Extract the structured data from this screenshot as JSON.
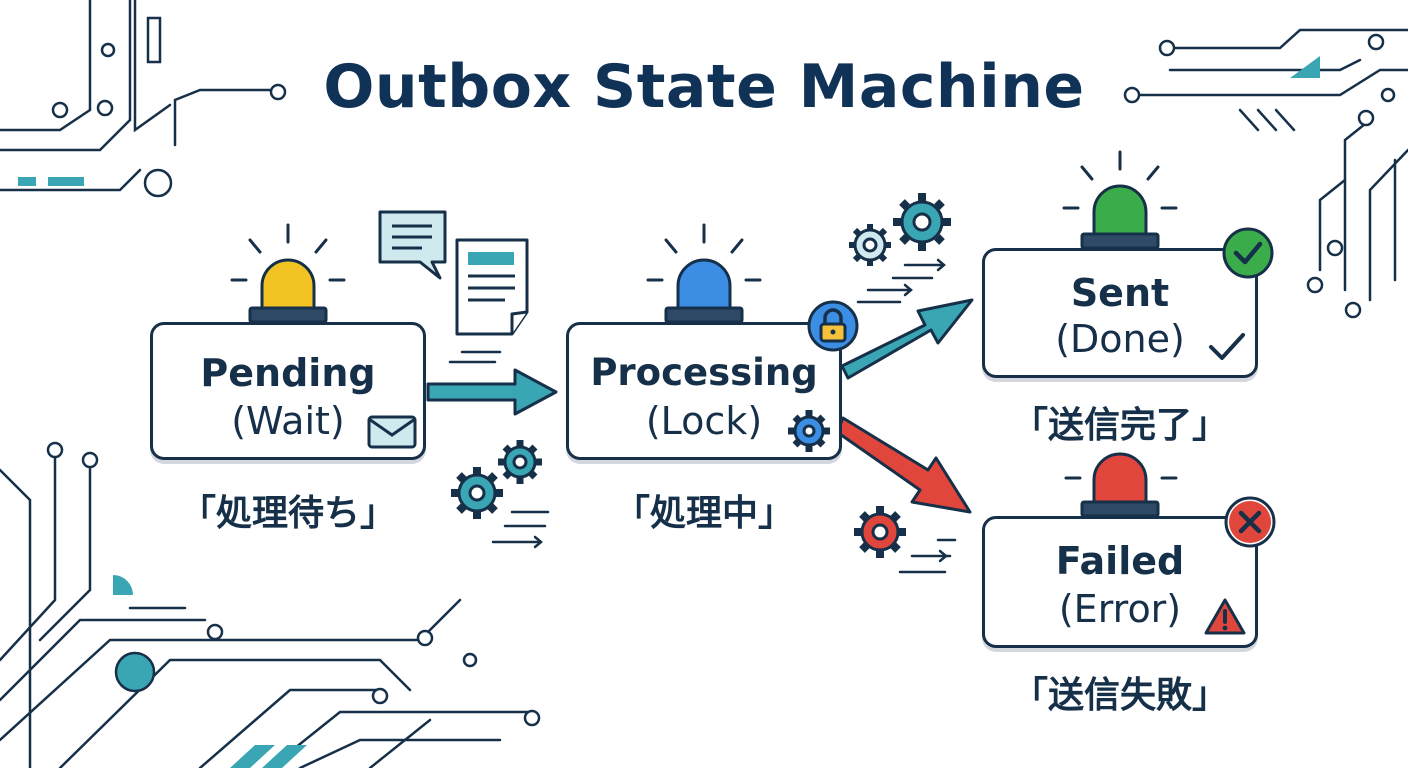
{
  "title": "Outbox State Machine",
  "states": {
    "pending": {
      "name": "Pending",
      "sub": "(Wait)",
      "jp": "「処理待ち」"
    },
    "processing": {
      "name": "Processing",
      "sub": "(Lock)",
      "jp": "「処理中」"
    },
    "sent": {
      "name": "Sent",
      "sub": "(Done)",
      "jp": "「送信完了」"
    },
    "failed": {
      "name": "Failed",
      "sub": "(Error)",
      "jp": "「送信失敗」"
    }
  },
  "colors": {
    "pending": "#f2c423",
    "processing": "#3b8ee4",
    "sent": "#3aad4a",
    "failed": "#e0463c",
    "teal": "#3aa6b4",
    "red_arrow": "#e0463c",
    "ink": "#163049"
  },
  "icons": {
    "pending": "envelope-icon",
    "processing": "gear-icon",
    "processing_badge": "lock-icon",
    "sent": "checkmark-icon",
    "sent_badge": "check-circle-icon",
    "failed": "warning-icon",
    "failed_badge": "x-circle-icon"
  }
}
